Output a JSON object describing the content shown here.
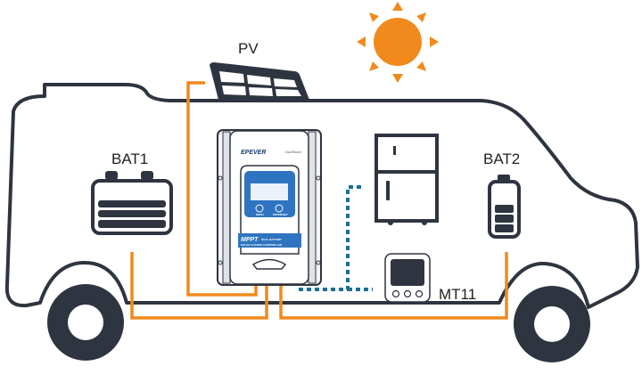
{
  "diagram": {
    "title": "RV dual battery MPPT solar charge controller wiring",
    "labels": {
      "pv": "PV",
      "bat1": "BAT1",
      "bat2": "BAT2",
      "mt11": "MT11"
    },
    "controller": {
      "brand": "EPEVER",
      "model_tag": "DuoRacer",
      "product_line1": "MPPT",
      "product_line1_suffix": "DUAL BATTERY",
      "product_line2": "SOLAR CHARGE CONTROLLER",
      "button_left": "MENU",
      "button_right": "ENTER/SET"
    },
    "colors": {
      "outline": "#2e3440",
      "power_wire": "#f08a1c",
      "comm_wire": "#1b6e94",
      "sun": "#f08a1c",
      "display": "#2f74c0"
    },
    "components": [
      "sun",
      "solar-panel",
      "charge-controller",
      "bat1",
      "bat2",
      "refrigerator",
      "mt11-remote-meter",
      "rv-body",
      "front-wheel",
      "rear-wheel"
    ]
  }
}
